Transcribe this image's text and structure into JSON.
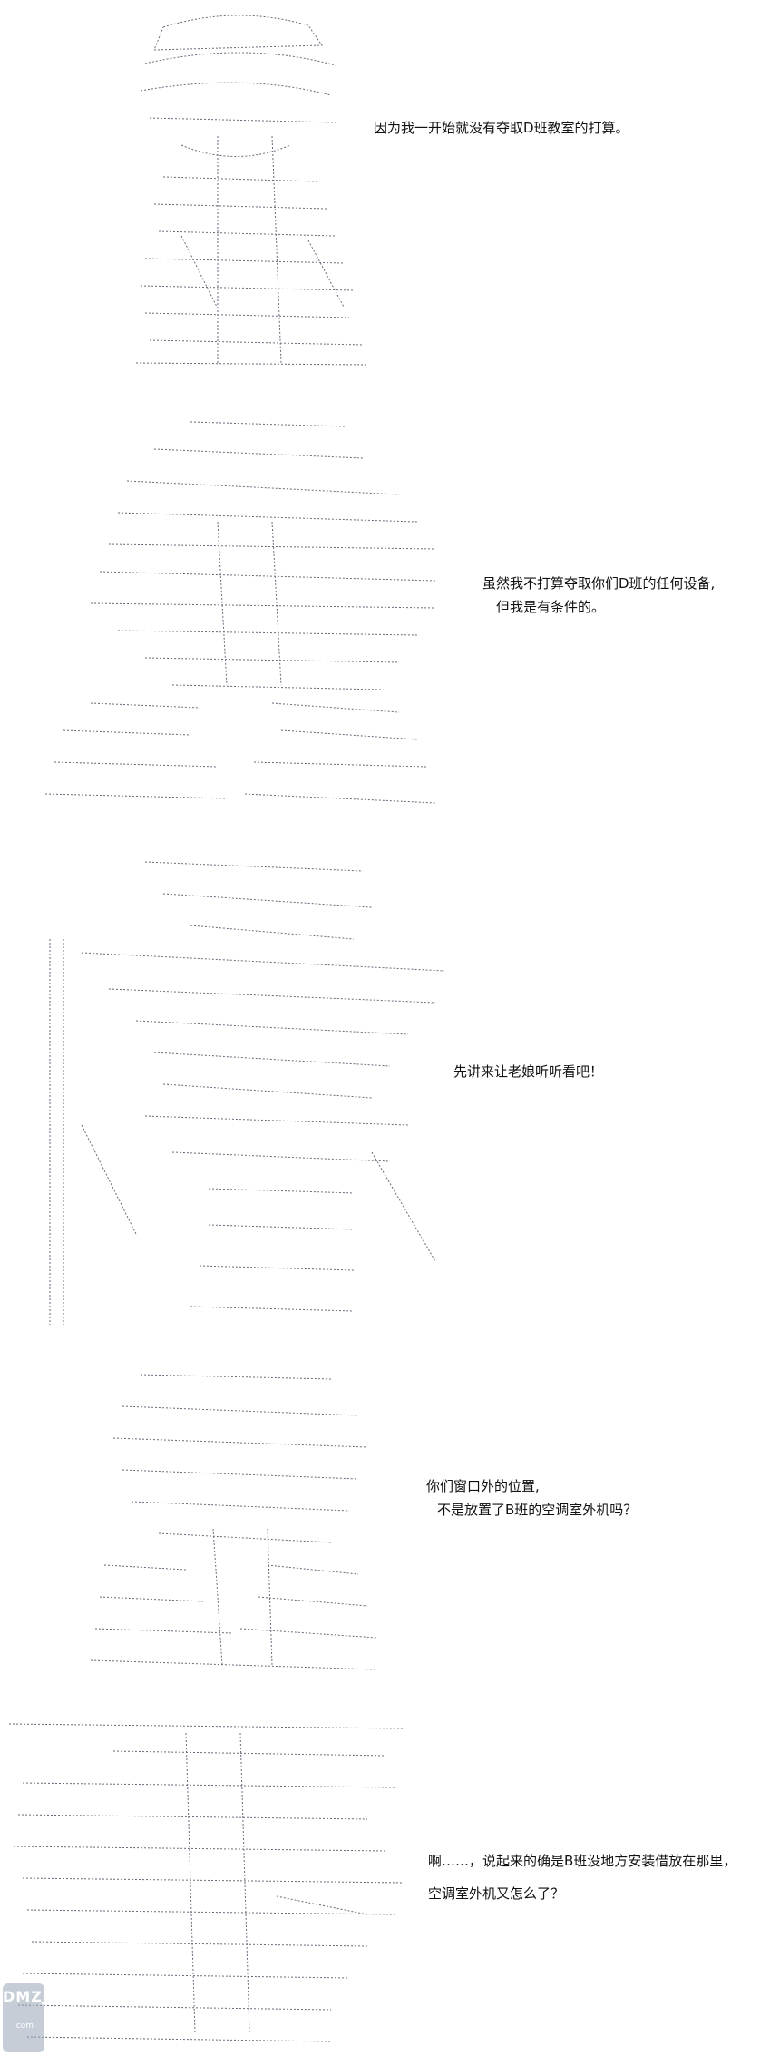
{
  "panels": [
    {
      "id": "panel1",
      "lines": [
        "因为我一开始就没有夺取D班教室的打算。"
      ]
    },
    {
      "id": "panel2",
      "lines": [
        "虽然我不打算夺取你们D班的任何设备,",
        "但我是有条件的。"
      ]
    },
    {
      "id": "panel3",
      "lines": [
        "先讲来让老娘听听看吧！"
      ]
    },
    {
      "id": "panel4",
      "lines": [
        "你们窗口外的位置,",
        "不是放置了B班的空调室外机吗？"
      ]
    },
    {
      "id": "panel5",
      "lines": [
        "啊……，说起来的确是B班没地方安装借放在那里，",
        "空调室外机又怎么了？"
      ]
    }
  ],
  "watermark": {
    "text": "DMZJ",
    "sub": ".com"
  },
  "colors": {
    "art": "#5a5a6e",
    "text": "#111111",
    "background": "#ffffff"
  }
}
